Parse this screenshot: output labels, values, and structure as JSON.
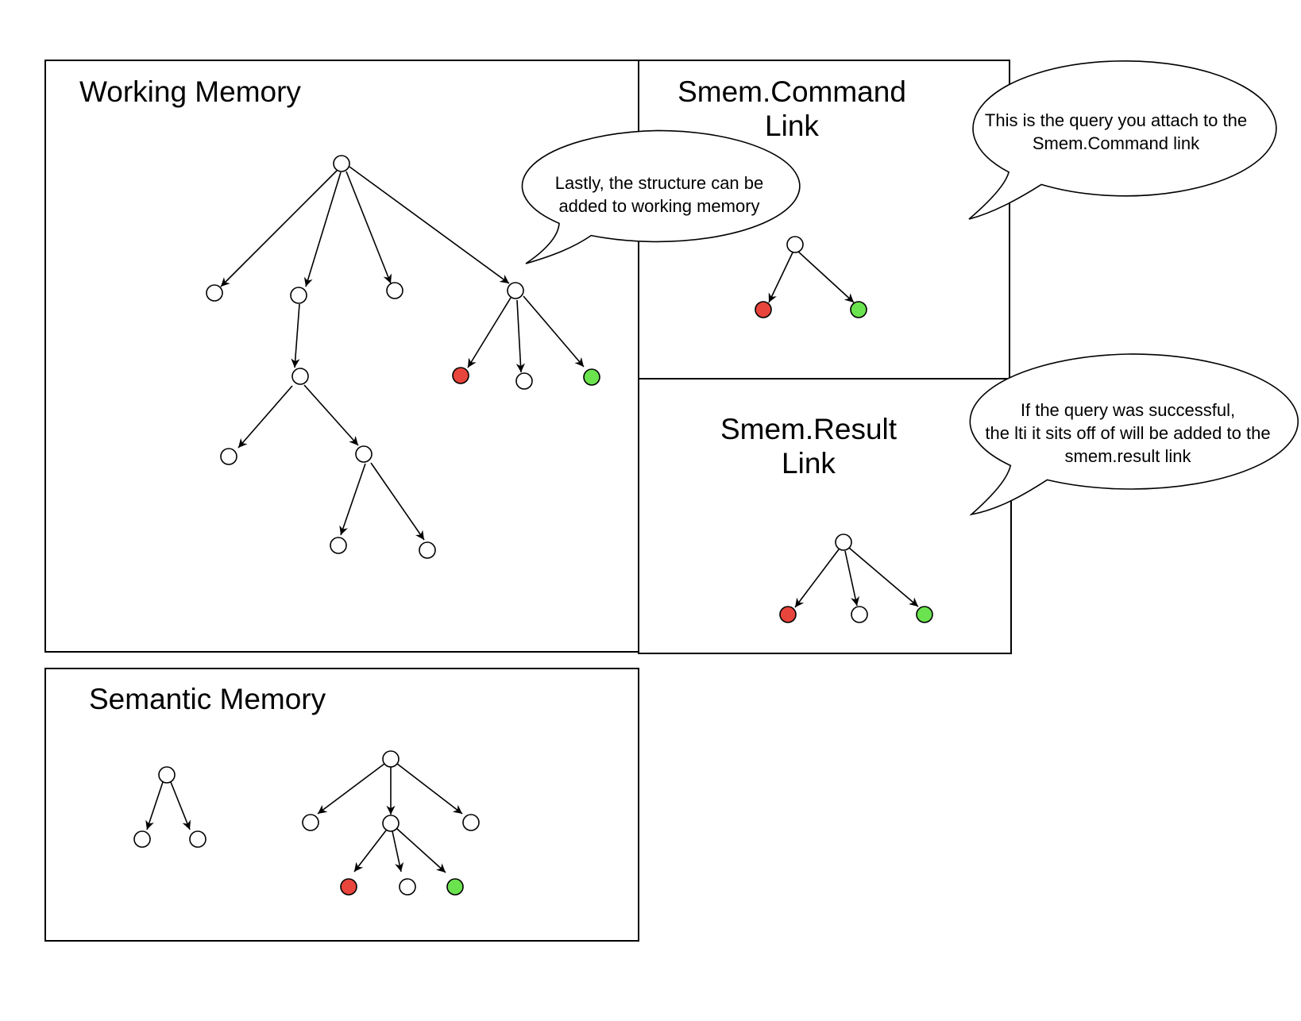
{
  "colors": {
    "node_default": "#ffffff",
    "node_red": "#e8453c",
    "node_green": "#6be34f",
    "stroke": "#000000"
  },
  "panels": {
    "working_memory": {
      "title": "Working Memory"
    },
    "smem_command": {
      "title_line1": "Smem.Command",
      "title_line2": "Link"
    },
    "smem_result": {
      "title_line1": "Smem.Result",
      "title_line2": "Link"
    },
    "semantic_memory": {
      "title": "Semantic Memory"
    }
  },
  "callouts": {
    "working_memory": {
      "line1": "Lastly, the structure can be",
      "line2": "added to working memory"
    },
    "smem_command": {
      "line1": "This is the query you attach to the",
      "line2": "Smem.Command link"
    },
    "smem_result": {
      "line1": "If the query was successful,",
      "line2": "the lti it sits off of will be added to the",
      "line3": "smem.result link"
    }
  }
}
